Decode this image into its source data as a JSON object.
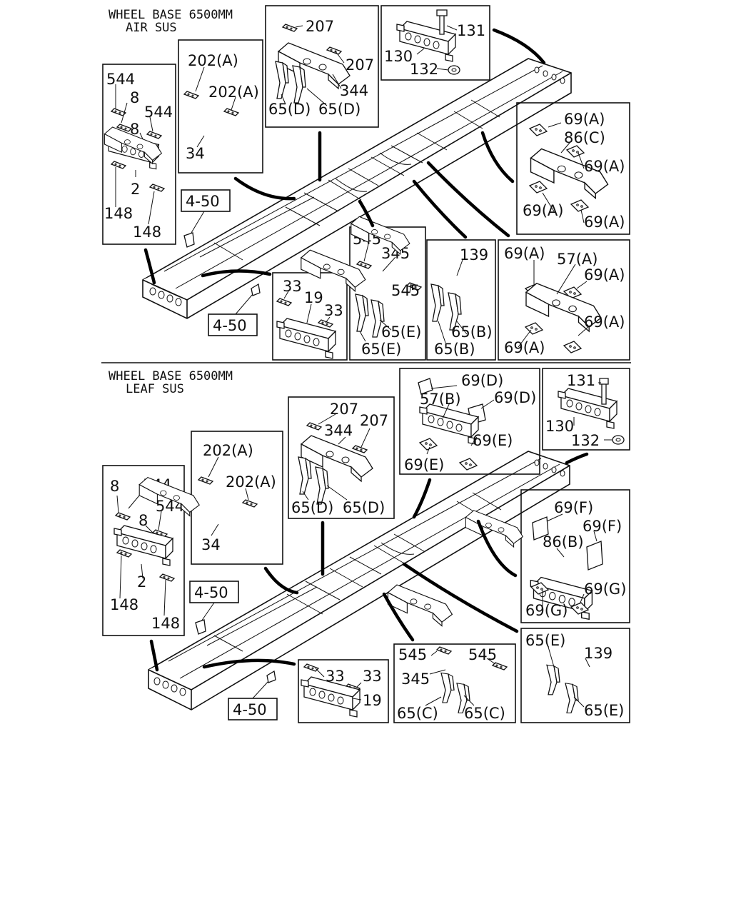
{
  "sections": [
    {
      "title_line1": "WHEEL BASE 6500MM",
      "title_line2": "AIR SUS",
      "boxes": [
        {
          "labels": [
            "544",
            "8",
            "544",
            "8",
            "2",
            "148",
            "148"
          ]
        },
        {
          "labels": [
            "202(A)",
            "202(A)",
            "34"
          ]
        },
        {
          "labels": [
            "207",
            "207",
            "344",
            "65(D)",
            "65(D)"
          ]
        },
        {
          "labels": [
            "131",
            "130",
            "132"
          ]
        },
        {
          "labels": [
            "69(A)",
            "86(C)",
            "69(A)",
            "69(A)",
            "69(A)"
          ]
        },
        {
          "labels": [
            "33",
            "19",
            "33"
          ]
        },
        {
          "labels": [
            "545",
            "345",
            "545",
            "65(E)",
            "65(E)"
          ]
        },
        {
          "labels": [
            "139",
            "65(B)",
            "65(B)"
          ]
        },
        {
          "labels": [
            "69(A)",
            "57(A)",
            "69(A)",
            "69(A)",
            "69(A)"
          ]
        }
      ],
      "refs": [
        "4-50",
        "4-50"
      ]
    },
    {
      "title_line1": "WHEEL BASE 6500MM",
      "title_line2": "LEAF SUS",
      "boxes": [
        {
          "labels": [
            "8",
            "544",
            "544",
            "8",
            "2",
            "148",
            "148"
          ]
        },
        {
          "labels": [
            "202(A)",
            "202(A)",
            "34"
          ]
        },
        {
          "labels": [
            "207",
            "344",
            "207",
            "65(D)",
            "65(D)"
          ]
        },
        {
          "labels": [
            "69(D)",
            "57(B)",
            "69(D)",
            "69(E)",
            "69(E)"
          ]
        },
        {
          "labels": [
            "131",
            "130",
            "132"
          ]
        },
        {
          "labels": [
            "69(F)",
            "69(F)",
            "86(B)",
            "69(G)",
            "69(G)"
          ]
        },
        {
          "labels": [
            "33",
            "33",
            "19"
          ]
        },
        {
          "labels": [
            "545",
            "545",
            "345",
            "65(C)",
            "65(C)"
          ]
        },
        {
          "labels": [
            "65(E)",
            "139",
            "65(E)"
          ]
        }
      ],
      "refs": [
        "4-50",
        "4-50"
      ]
    }
  ]
}
